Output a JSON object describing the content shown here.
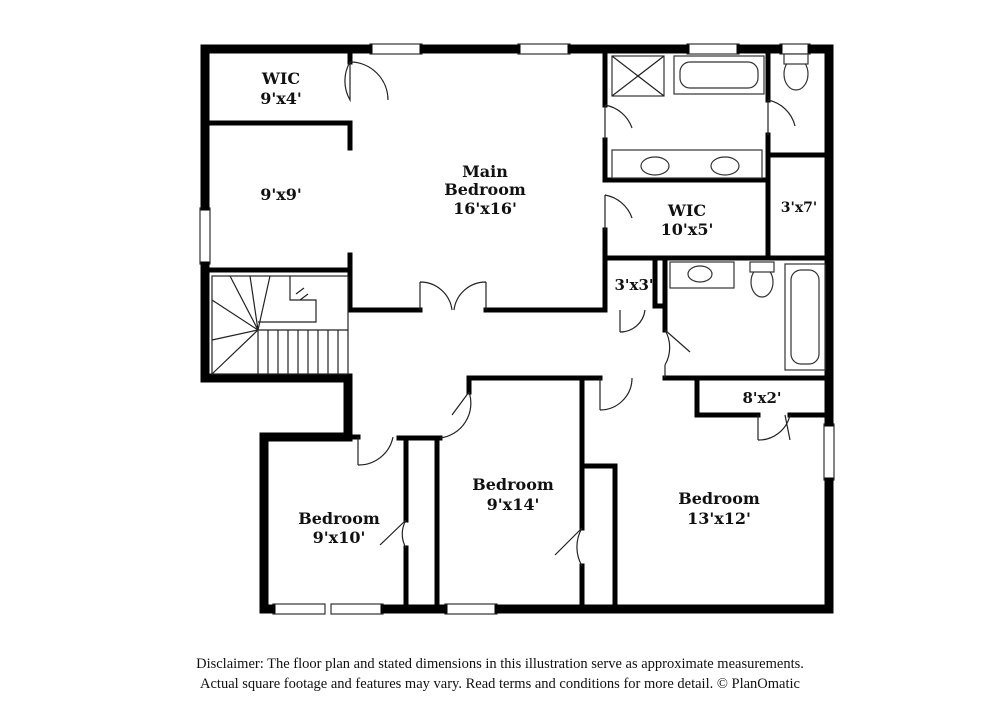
{
  "rooms": {
    "wic_top_left": {
      "name": "WIC",
      "dim": "9'x4'"
    },
    "nook": {
      "dim": "9'x9'"
    },
    "main_bedroom": {
      "name": "Main",
      "name2": "Bedroom",
      "dim": "16'x16'"
    },
    "wic_right": {
      "name": "WIC",
      "dim": "10'x5'"
    },
    "small_3x7": {
      "dim": "3'x7'"
    },
    "closet_3x3": {
      "dim": "3'x3'"
    },
    "closet_8x2": {
      "dim": "8'x2'"
    },
    "bedroom_left": {
      "name": "Bedroom",
      "dim": "9'x10'"
    },
    "bedroom_middle": {
      "name": "Bedroom",
      "dim": "9'x14'"
    },
    "bedroom_right": {
      "name": "Bedroom",
      "dim": "13'x12'"
    }
  },
  "disclaimer": {
    "line1": "Disclaimer: The floor plan and stated dimensions in this illustration serve as approximate measurements.",
    "line2": "Actual square footage and features may vary. Read terms and conditions for more detail. © PlanOmatic"
  }
}
